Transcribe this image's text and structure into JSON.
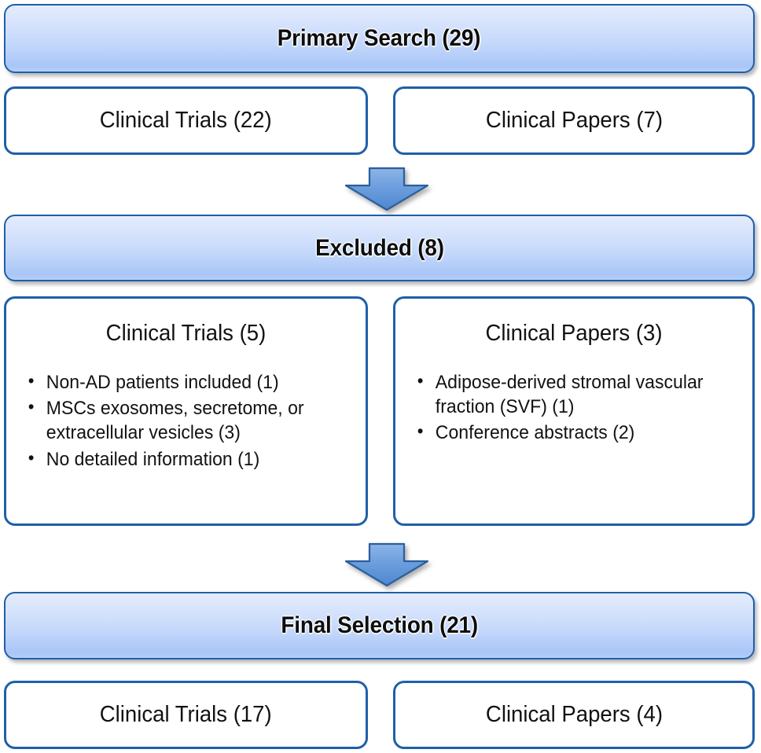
{
  "diagram": {
    "type": "flowchart",
    "title_implicit": "Study selection flow",
    "colors": {
      "border": "#1F5FA9",
      "gradient_top": "#e4ecfd",
      "gradient_bottom": "#a9c6f7",
      "arrow_fill": "#6699dd",
      "text": "#121212"
    },
    "stages": [
      {
        "id": "primary-search",
        "header": "Primary Search (29)",
        "children": [
          {
            "label": "Clinical Trials (22)"
          },
          {
            "label": "Clinical Papers (7)"
          }
        ]
      },
      {
        "id": "excluded",
        "header": "Excluded (8)",
        "children": [
          {
            "label": "Clinical Trials (5)",
            "bullets": [
              "Non-AD patients included (1)",
              "MSCs exosomes, secretome, or extracellular vesicles (3)",
              "No detailed information (1)"
            ]
          },
          {
            "label": "Clinical Papers (3)",
            "bullets": [
              "Adipose-derived stromal vascular fraction (SVF) (1)",
              "Conference abstracts (2)"
            ]
          }
        ]
      },
      {
        "id": "final-selection",
        "header": "Final Selection (21)",
        "children": [
          {
            "label": "Clinical Trials (17)"
          },
          {
            "label": "Clinical Papers (4)"
          }
        ]
      }
    ],
    "arrows": [
      {
        "id": "arrow-1",
        "direction": "down",
        "from": "primary-search",
        "to": "excluded"
      },
      {
        "id": "arrow-2",
        "direction": "down",
        "from": "excluded",
        "to": "final-selection"
      }
    ],
    "counts": {
      "primary_search_total": 29,
      "primary_search_trials": 22,
      "primary_search_papers": 7,
      "excluded_total": 8,
      "excluded_trials": 5,
      "excluded_papers": 3,
      "final_total": 21,
      "final_trials": 17,
      "final_papers": 4
    }
  }
}
